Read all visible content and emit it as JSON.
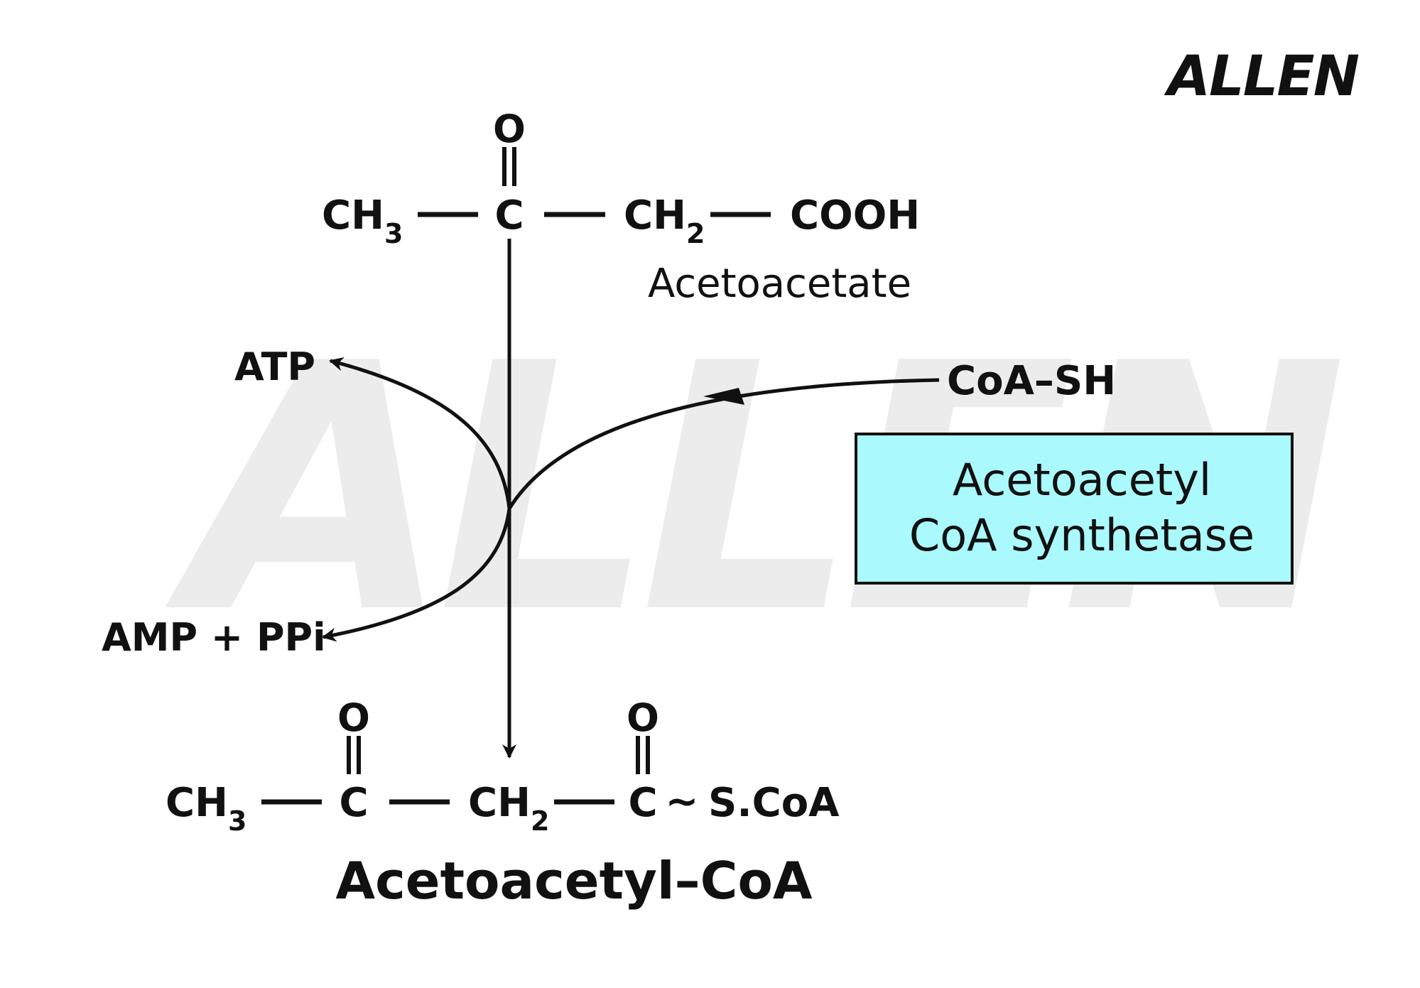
{
  "brand": {
    "logo_text": "ALLEN",
    "watermark_text": "ALLEN",
    "logo_color": "#111111",
    "watermark_color": "#ececec"
  },
  "reactant": {
    "oxygen": "O",
    "ch3": "CH",
    "ch3_sub": "3",
    "carbonyl_c": "C",
    "ch2": "CH",
    "ch2_sub": "2",
    "cooh": "COOH",
    "name": "Acetoacetate"
  },
  "cofactors": {
    "atp": "ATP",
    "amp_ppi": "AMP + PPi",
    "coa_sh": "CoA–SH"
  },
  "enzyme": {
    "line1": "Acetoacetyl",
    "line2": "CoA synthetase",
    "fill": "#aaf9fc",
    "border": "#111111"
  },
  "product": {
    "oxygen_1": "O",
    "oxygen_2": "O",
    "ch3": "CH",
    "ch3_sub": "3",
    "c1": "C",
    "ch2": "CH",
    "ch2_sub": "2",
    "c2": "C",
    "thioester_tilde": "∼",
    "scoa": "S.CoA",
    "name": "Acetoacetyl–CoA"
  }
}
